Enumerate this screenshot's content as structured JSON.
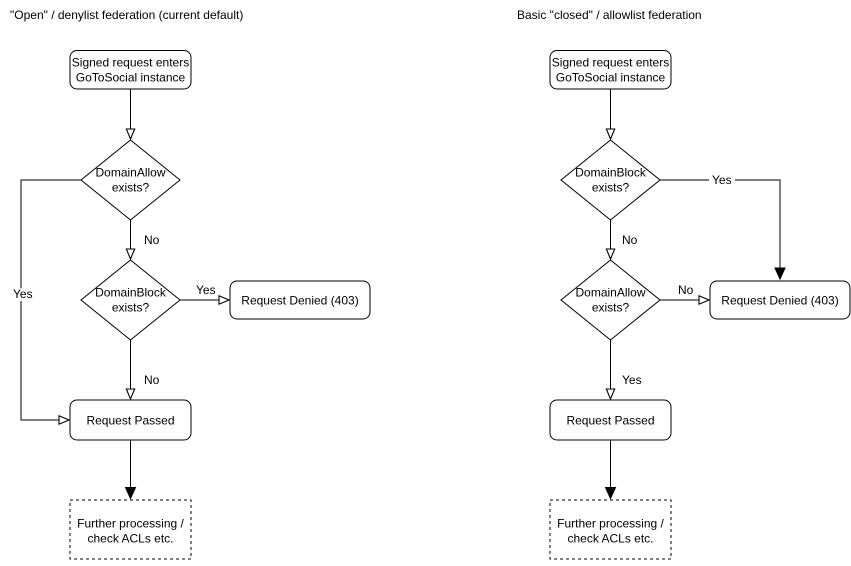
{
  "colors": {
    "stroke": "#000000",
    "node_fill": "#ffffff",
    "text": "#000000",
    "background": "#ffffff"
  },
  "charts": {
    "left": {
      "title": "\"Open\" / denylist federation (current default)",
      "nodes": {
        "start": {
          "line1": "Signed request enters",
          "line2": "GoToSocial instance"
        },
        "allow_check": {
          "line1": "DomainAllow",
          "line2": "exists?"
        },
        "block_check": {
          "line1": "DomainBlock",
          "line2": "exists?"
        },
        "denied": {
          "label": "Request Denied (403)"
        },
        "passed": {
          "label": "Request Passed"
        },
        "further": {
          "line1": "Further processing /",
          "line2": "check ACLs etc."
        }
      },
      "edge_labels": {
        "allow_no": "No",
        "allow_yes": "Yes",
        "block_yes": "Yes",
        "block_no": "No"
      }
    },
    "right": {
      "title": "Basic \"closed\" / allowlist federation",
      "nodes": {
        "start": {
          "line1": "Signed request enters",
          "line2": "GoToSocial instance"
        },
        "block_check": {
          "line1": "DomainBlock",
          "line2": "exists?"
        },
        "allow_check": {
          "line1": "DomainAllow",
          "line2": "exists?"
        },
        "denied": {
          "label": "Request Denied (403)"
        },
        "passed": {
          "label": "Request Passed"
        },
        "further": {
          "line1": "Further processing /",
          "line2": "check ACLs etc."
        }
      },
      "edge_labels": {
        "block_yes": "Yes",
        "block_no": "No",
        "allow_no": "No",
        "allow_yes": "Yes"
      }
    }
  }
}
